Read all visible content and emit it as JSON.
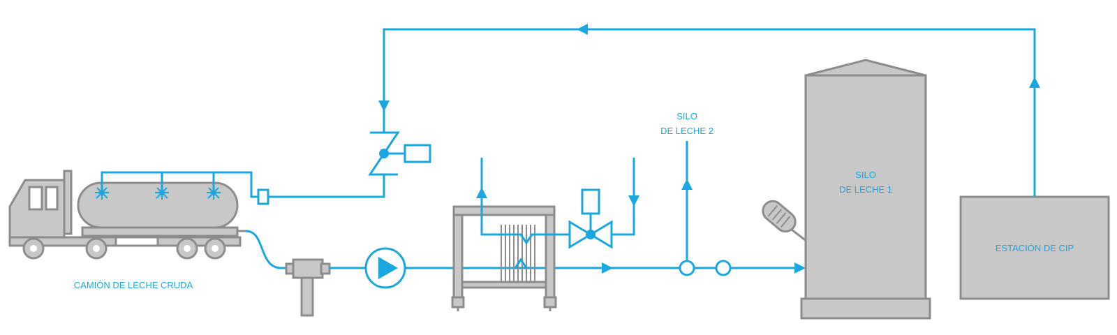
{
  "labels": {
    "truck": "CAMIÓN DE LECHE CRUDA",
    "silo2_line1": "SILO",
    "silo2_line2": "DE LECHE 2",
    "silo1_line1": "SILO",
    "silo1_line2": "DE LECHE 1",
    "cip": "ESTACIÓN DE CIP"
  },
  "colors": {
    "flow": "#1aa7e0",
    "equipment_fill": "#c8c8c8",
    "equipment_stroke": "#8c8c8c"
  },
  "icons": [
    "tanker-truck-icon",
    "spray-nozzle-icon",
    "filter-icon",
    "pump-icon",
    "plate-heat-exchanger-icon",
    "control-valve-icon",
    "check-valve-icon",
    "flow-meter-icon",
    "silo-icon",
    "agitator-icon",
    "cip-station-icon"
  ]
}
